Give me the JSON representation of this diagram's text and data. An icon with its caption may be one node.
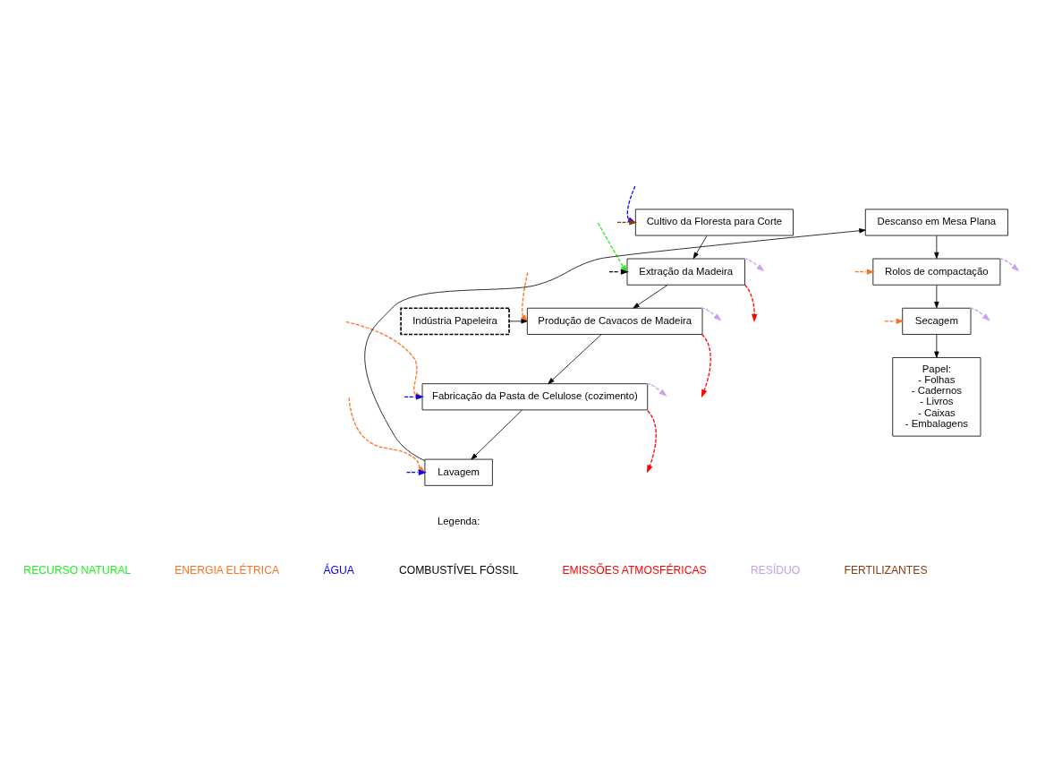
{
  "diagram": {
    "nodes": [
      {
        "text": [
          "Cultivo da Floresta para Corte"
        ]
      },
      {
        "text": [
          "Extração da Madeira"
        ]
      },
      {
        "text": [
          "Indústria Papeleira"
        ]
      },
      {
        "text": [
          "Produção de Cavacos de Madeira"
        ]
      },
      {
        "text": [
          "Fabricação da Pasta de Celulose (cozimento)"
        ]
      },
      {
        "text": [
          "Lavagem"
        ]
      },
      {
        "text": [
          "Descanso em Mesa Plana"
        ]
      },
      {
        "text": [
          "Rolos de compactação"
        ]
      },
      {
        "text": [
          "Secagem"
        ]
      },
      {
        "text": [
          "Papel:",
          "- Folhas",
          "- Cadernos",
          "- Livros",
          "- Caixas",
          "- Embalagens"
        ]
      }
    ],
    "edges": [
      {
        "from": 0,
        "to": 1,
        "arrow": "to"
      },
      {
        "from": 1,
        "to": 3,
        "arrow": "to"
      },
      {
        "from": 2,
        "to": 3,
        "arrow": "to"
      },
      {
        "from": 3,
        "to": 4,
        "arrow": "to"
      },
      {
        "from": 4,
        "to": 5,
        "arrow": "to"
      },
      {
        "from": 5,
        "to": 6,
        "arrow": "to"
      },
      {
        "from": 6,
        "to": 7,
        "arrow": "to"
      },
      {
        "from": 7,
        "to": 8,
        "arrow": "to"
      },
      {
        "from": 8,
        "to": 9,
        "arrow": "to"
      },
      {
        "from": null,
        "to": 0,
        "arrow": "to",
        "style": "dashed",
        "color": "#0000ff"
      },
      {
        "from": null,
        "to": 0,
        "arrow": "to",
        "style": "dashed",
        "color": "#8b3a0f"
      },
      {
        "from": null,
        "to": 1,
        "arrow": "to",
        "style": "dashed",
        "color": "#22ee22"
      },
      {
        "from": 1,
        "to": null,
        "arrow": "to",
        "style": "dashed",
        "color": "#ff0000"
      },
      {
        "from": 1,
        "to": null,
        "arrow": "to",
        "style": "dashed",
        "color": "#c8a0f0"
      },
      {
        "from": null,
        "to": 1,
        "arrow": "to",
        "style": "dashed",
        "color": "#000000"
      },
      {
        "from": 3,
        "to": null,
        "arrow": "to",
        "style": "dashed",
        "color": "#ff0000"
      },
      {
        "from": null,
        "to": 3,
        "arrow": "to",
        "style": "dashed",
        "color": "#ff7020"
      },
      {
        "from": 3,
        "to": null,
        "arrow": "to",
        "style": "dashed",
        "color": "#c8a0f0"
      },
      {
        "from": null,
        "to": 4,
        "arrow": "to",
        "style": "dashed",
        "color": "#ff7020"
      },
      {
        "from": 4,
        "to": null,
        "arrow": "to",
        "style": "dashed",
        "color": "#ff0000"
      },
      {
        "from": 4,
        "to": null,
        "arrow": "to",
        "style": "dashed",
        "color": "#c8a0f0"
      },
      {
        "from": null,
        "to": 4,
        "arrow": "to",
        "style": "dashed",
        "color": "#0000ff"
      },
      {
        "from": null,
        "to": 5,
        "arrow": "to",
        "style": "dashed",
        "color": "#ff7020"
      },
      {
        "from": null,
        "to": 5,
        "arrow": "to",
        "style": "dashed",
        "color": "#0000ff"
      },
      {
        "from": 7,
        "to": null,
        "arrow": "to",
        "style": "dashed",
        "color": "#c8a0f0"
      },
      {
        "from": null,
        "to": 7,
        "arrow": "to",
        "style": "dashed",
        "color": "#ff7020"
      },
      {
        "from": 8,
        "to": null,
        "arrow": "to",
        "style": "dashed",
        "color": "#c8a0f0"
      },
      {
        "from": null,
        "to": 8,
        "arrow": "to",
        "style": "dashed",
        "color": "#ff7020"
      }
    ],
    "labels": [
      "Legenda:"
    ],
    "legend": [
      {
        "text": "RECURSO NATURAL",
        "color": "#22ee22"
      },
      {
        "text": "ENERGIA ELÉTRICA",
        "color": "#ff7020"
      },
      {
        "text": "ÁGUA",
        "color": "#0000ff"
      },
      {
        "text": "COMBUSTÍVEL FÓSSIL",
        "color": "#000000"
      },
      {
        "text": "EMISSÕES ATMOSFÉRICAS",
        "color": "#ff0000"
      },
      {
        "text": "RESÍDUO",
        "color": "#c8a0f0"
      },
      {
        "text": "FERTILIZANTES",
        "color": "#8b3a0f"
      }
    ]
  }
}
